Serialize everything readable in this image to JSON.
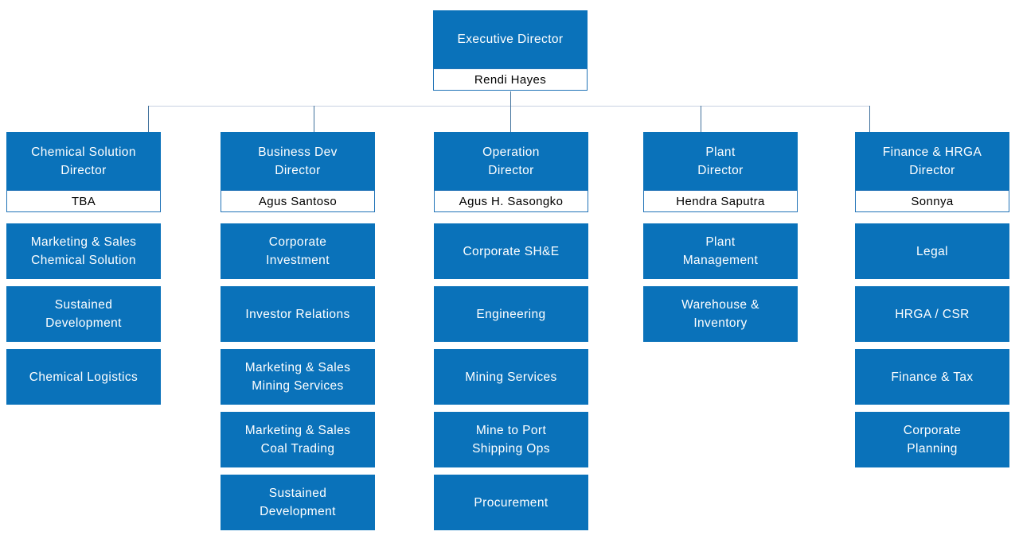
{
  "org_chart": {
    "root": {
      "title": "Executive Director",
      "name": "Rendi Hayes"
    },
    "branches": [
      {
        "title": "Chemical Solution\nDirector",
        "name": "TBA",
        "children": [
          "Marketing & Sales\nChemical Solution",
          "Sustained\nDevelopment",
          "Chemical Logistics"
        ]
      },
      {
        "title": "Business Dev\nDirector",
        "name": "Agus Santoso",
        "children": [
          "Corporate\nInvestment",
          "Investor Relations",
          "Marketing & Sales\nMining Services",
          "Marketing & Sales\nCoal Trading",
          "Sustained\nDevelopment"
        ]
      },
      {
        "title": "Operation\nDirector",
        "name": "Agus H. Sasongko",
        "children": [
          "Corporate SH&E",
          "Engineering",
          "Mining Services",
          "Mine to Port\nShipping Ops",
          "Procurement"
        ]
      },
      {
        "title": "Plant\nDirector",
        "name": "Hendra Saputra",
        "children": [
          "Plant\nManagement",
          "Warehouse &\nInventory"
        ]
      },
      {
        "title": "Finance & HRGA\nDirector",
        "name": "Sonnya",
        "children": [
          "Legal",
          "HRGA / CSR",
          "Finance & Tax",
          "Corporate\nPlanning"
        ]
      }
    ],
    "colors": {
      "box_fill": "#0a72ba",
      "box_text": "#ffffff",
      "name_text": "#000000",
      "plate_border": "#2173b7",
      "connector_light": "#c7d0e2",
      "connector_dark": "#41719c"
    }
  }
}
